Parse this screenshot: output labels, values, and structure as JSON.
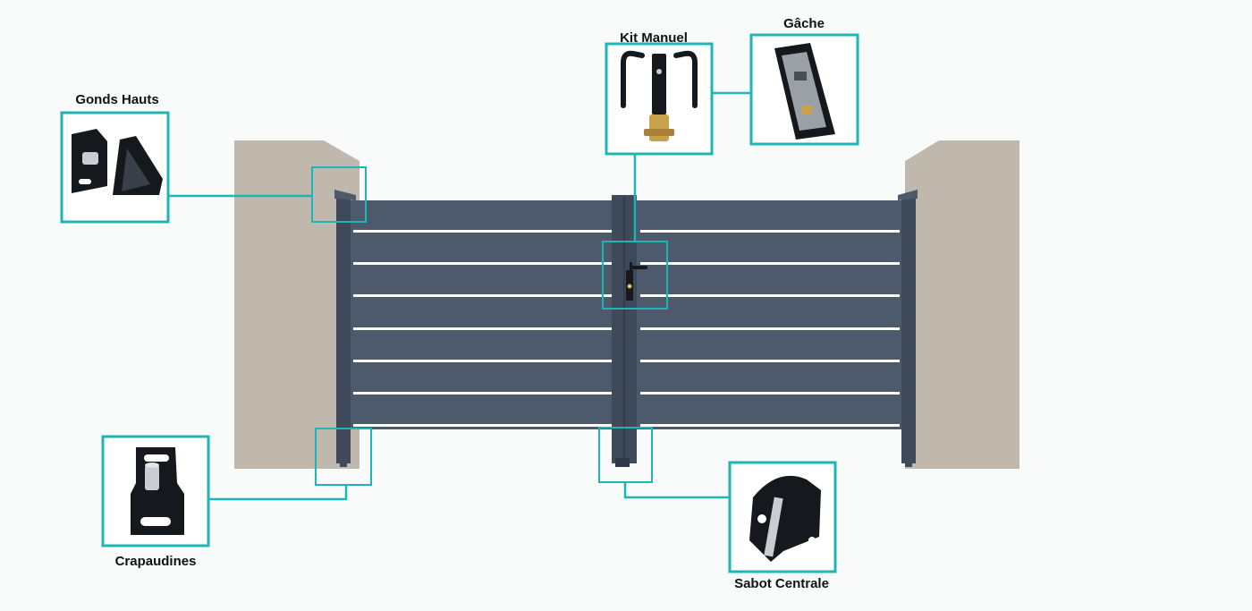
{
  "colors": {
    "accent": "#1fb5b5",
    "gate": "#4c5a6b",
    "gate_dark": "#3e4a59",
    "pillar": "#c0b8ac",
    "slit": "#ffffff",
    "hardware": "#15181c"
  },
  "callouts": {
    "gonds_hauts": {
      "label": "Gonds Hauts",
      "icon": "top-hinge-icon"
    },
    "kit_manuel": {
      "label": "Kit Manuel",
      "icon": "handle-lock-kit-icon"
    },
    "gache": {
      "label": "Gâche",
      "icon": "strike-plate-icon"
    },
    "crapaudines": {
      "label": "Crapaudines",
      "icon": "pivot-bracket-icon"
    },
    "sabot_centrale": {
      "label": "Sabot Centrale",
      "icon": "center-stop-icon"
    }
  }
}
